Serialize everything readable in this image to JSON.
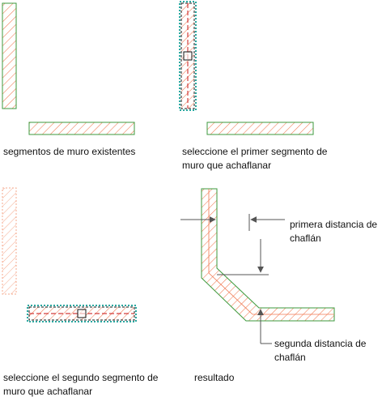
{
  "panels": {
    "existing": {
      "caption": "segmentos de muro existentes"
    },
    "first": {
      "caption_line1": "seleccione el primer segmento de",
      "caption_line2": "muro que achaflanar"
    },
    "second": {
      "caption_line1": "seleccione el segundo segmento de",
      "caption_line2": "muro que achaflanar"
    },
    "result": {
      "caption": "resultado",
      "first_distance_line1": "primera distancia de",
      "first_distance_line2": "chaflán",
      "second_distance_line1": "segunda distancia de",
      "second_distance_line2": "chaflán"
    }
  },
  "colors": {
    "wall_outline": "#3c9a3c",
    "hatch": "#f07850",
    "selection_outline": "#1a1a1a",
    "selection_glow": "#2aa8a0",
    "centerline": "#d23c3c",
    "dimension": "#333333"
  }
}
